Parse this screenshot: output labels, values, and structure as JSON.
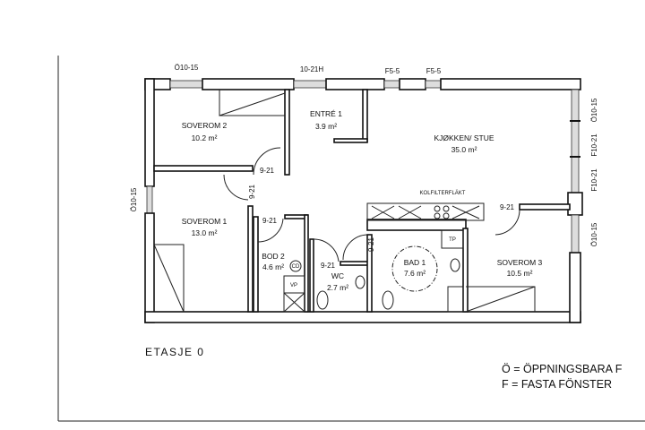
{
  "plan": {
    "title": "ETASJE 0",
    "rooms": [
      {
        "name": "SOVEROM 2",
        "area": "10.2 m²"
      },
      {
        "name": "ENTRÉ 1",
        "area": "3.9 m²"
      },
      {
        "name": "KJØKKEN/ STUE",
        "area": "35.0 m²"
      },
      {
        "name": "SOVEROM 1",
        "area": "13.0 m²"
      },
      {
        "name": "BOD 2",
        "area": "4.6 m²"
      },
      {
        "name": "WC",
        "area": "2.7 m²"
      },
      {
        "name": "BAD 1",
        "area": "7.6 m²"
      },
      {
        "name": "SOVEROM 3",
        "area": "10.5 m²"
      }
    ],
    "windows": {
      "top_left": "Ö10-15",
      "entry_door": "10-21H",
      "top_mid_1": "F5-5",
      "top_mid_2": "F5-5",
      "left": "Ö10-15",
      "right_1": "Ö10-15",
      "right_2": "F10-21",
      "right_3": "F10-21",
      "right_4": "Ö10-15"
    },
    "doors": {
      "soverom2": "9-21",
      "soverom1": "9-21",
      "bod2": "9-21",
      "wc": "9-21",
      "bad1": "9-21",
      "soverom3": "9-21"
    },
    "fixtures": {
      "hood": "KOLFILTERFLÄKT",
      "cd": "CD",
      "vp": "VP",
      "tp": "TP"
    },
    "legend": {
      "line1": "Ö = ÖPPNINGSBARA F",
      "line2": "F = FASTA FÖNSTER"
    }
  }
}
